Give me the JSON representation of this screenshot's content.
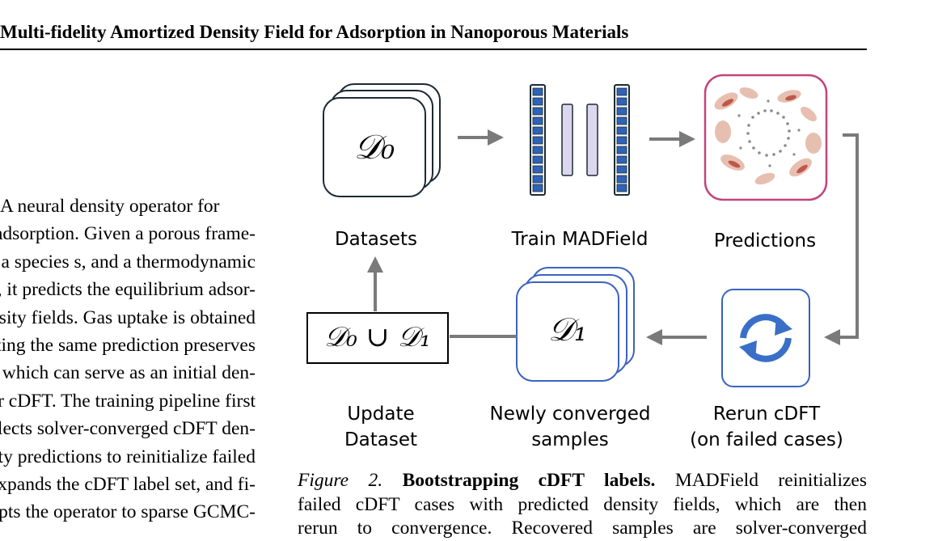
{
  "header": {
    "title": "Multi-fidelity Amortized Density Field for Adsorption in Nanoporous Materials"
  },
  "body_text": {
    "lines": [
      "A neural density operator for",
      "adsorption. Given a porous frame-",
      "work, a species s, and a thermodynamic",
      "state, it predicts the equilibrium adsor-",
      "bate density fields. Gas uptake is obtained",
      "by integrating the same prediction preserves",
      "the field, which can serve as an initial den-",
      "sity for cDFT. The training pipeline first",
      "collects solver-converged cDFT den-",
      "sity predictions to reinitialize failed",
      "cases, expands the cDFT label set, and fi-",
      "nally adapts the operator to sparse GCMC-"
    ]
  },
  "figure": {
    "datasets_symbol": "𝒟₀",
    "datasets_label": "Datasets",
    "train_label": "Train MADField",
    "predictions_label": "Predictions",
    "union_symbol": "𝒟₀ ∪ 𝒟₁",
    "update_label_1": "Update",
    "update_label_2": "Dataset",
    "new_symbol": "𝒟₁",
    "new_label_1": "Newly converged",
    "new_label_2": "samples",
    "rerun_label_1": "Rerun cDFT",
    "rerun_label_2": "(on failed cases)",
    "colors": {
      "dataset_box": "#1b2a33",
      "network_blue": "#2f63b8",
      "network_light": "#dcd6ee",
      "prediction_border": "#c2447a",
      "new_box": "#3b62c0",
      "arrow": "#7a7a7a",
      "refresh_icon": "#3a6fc7"
    }
  },
  "caption": {
    "figure_number": "Figure 2.",
    "title": "Bootstrapping cDFT labels.",
    "line1_rest": "MADField reinitializes",
    "line2": "failed cDFT cases with predicted density fields, which are then",
    "line3": "rerun to convergence. Recovered samples are solver-converged"
  }
}
